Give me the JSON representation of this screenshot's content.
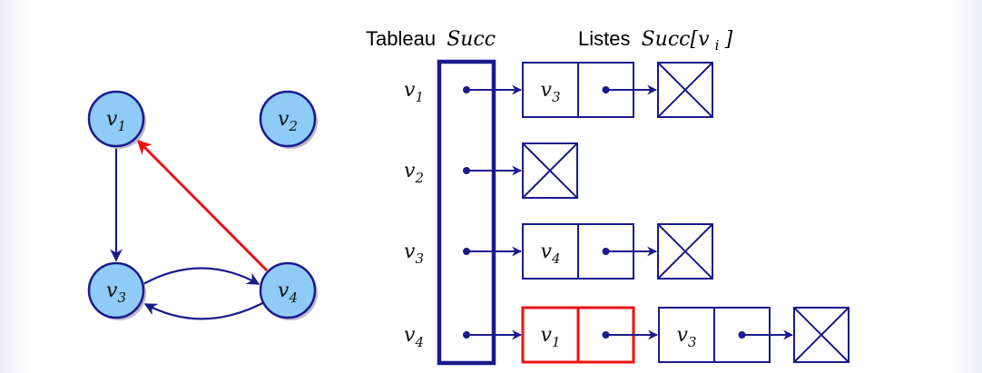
{
  "graph": {
    "nodes": [
      {
        "id": "v1",
        "name": "v",
        "sub": "1"
      },
      {
        "id": "v2",
        "name": "v",
        "sub": "2"
      },
      {
        "id": "v3",
        "name": "v",
        "sub": "3"
      },
      {
        "id": "v4",
        "name": "v",
        "sub": "4"
      }
    ],
    "edges": [
      {
        "from": "v1",
        "to": "v3",
        "color": "#1a1a8c"
      },
      {
        "from": "v3",
        "to": "v4",
        "color": "#1a1a8c"
      },
      {
        "from": "v4",
        "to": "v3",
        "color": "#1a1a8c"
      },
      {
        "from": "v4",
        "to": "v1",
        "color": "#ee1111"
      }
    ]
  },
  "headers": {
    "table_word": "Tableau",
    "table_math": "Succ",
    "lists_word": "Listes",
    "lists_math": "Succ[v",
    "lists_sub": "i",
    "lists_close": "]"
  },
  "table_rows": [
    {
      "name": "v",
      "sub": "1"
    },
    {
      "name": "v",
      "sub": "2"
    },
    {
      "name": "v",
      "sub": "3"
    },
    {
      "name": "v",
      "sub": "4"
    }
  ],
  "lists": [
    {
      "row": 0,
      "cells": [
        {
          "name": "v",
          "sub": "3",
          "highlight": false
        }
      ]
    },
    {
      "row": 1,
      "cells": []
    },
    {
      "row": 2,
      "cells": [
        {
          "name": "v",
          "sub": "4",
          "highlight": false
        }
      ]
    },
    {
      "row": 3,
      "cells": [
        {
          "name": "v",
          "sub": "1",
          "highlight": true
        },
        {
          "name": "v",
          "sub": "3",
          "highlight": false
        }
      ]
    }
  ],
  "colors": {
    "ink": "#1a1a8c",
    "highlight": "#ee1111",
    "node_fill": "#8ecbf6",
    "node_stroke": "#1a1a8c"
  }
}
